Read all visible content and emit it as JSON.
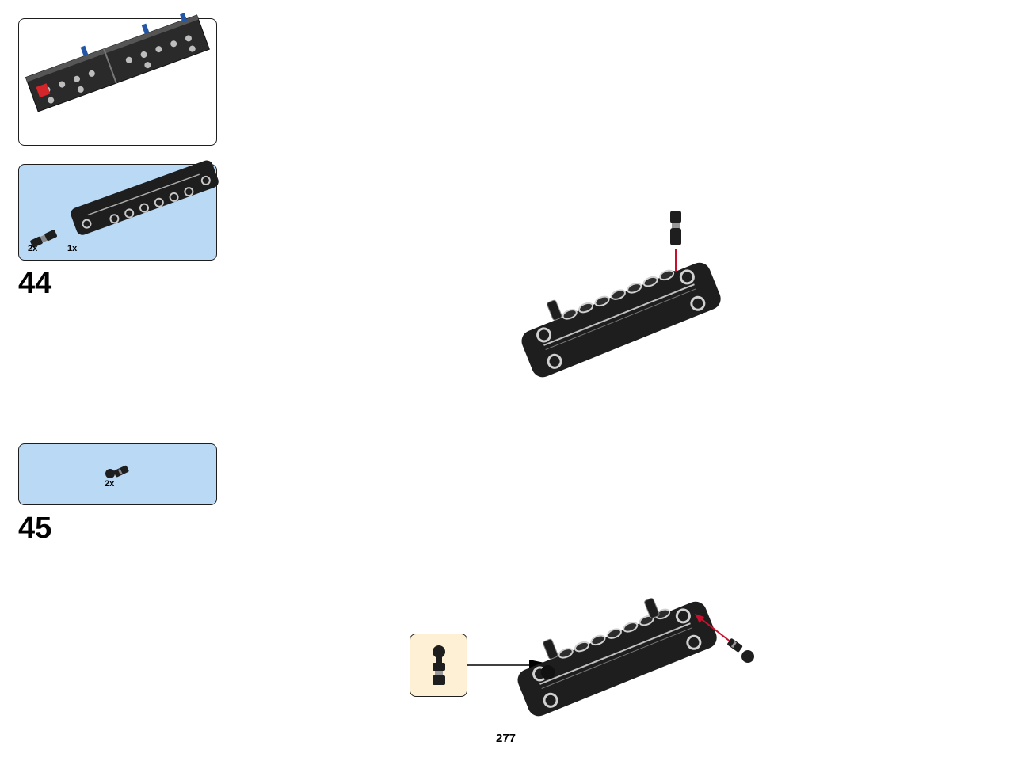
{
  "submodel_preview": {
    "label": "submodel-preview"
  },
  "step44": {
    "number": "44",
    "parts": [
      {
        "qty": "2x",
        "part": "pin-connector-icon"
      },
      {
        "qty": "1x",
        "part": "beam-panel-icon"
      }
    ]
  },
  "step45": {
    "number": "45",
    "parts": [
      {
        "qty": "2x",
        "part": "ball-pin-icon"
      }
    ]
  },
  "colors": {
    "parts_panel_blue": "#b9d9f4",
    "callout_cream": "#fdf0d4",
    "arrow_red": "#c8102e",
    "brick_black": "#1e1e1e",
    "brick_gray": "#c8c8c8",
    "accent_blue": "#2456a8",
    "accent_red": "#d3262a"
  },
  "page": {
    "number": "277"
  }
}
